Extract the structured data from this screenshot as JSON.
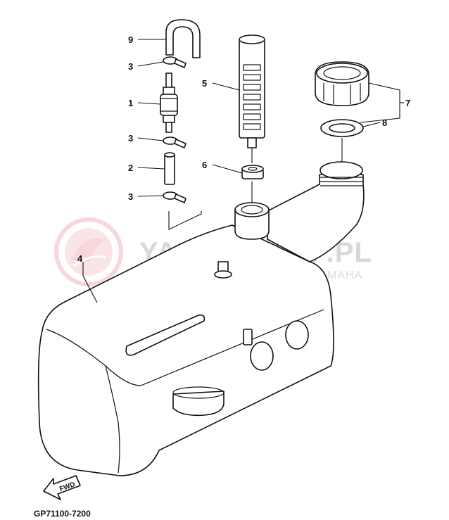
{
  "watermark": {
    "brand": "YAMA-SKLEP.PL",
    "dealer": "WOJCIECHOWICZ | DEALER YAMAHA",
    "logo_color": "#f2b8bc",
    "text_color": "#d8d8d8"
  },
  "callouts": {
    "hose_top": "9",
    "clamp_a": "3",
    "filter": "1",
    "clamp_b": "3",
    "hose_short": "2",
    "clamp_c": "3",
    "tank": "4",
    "strainer": "5",
    "grommet": "6",
    "cap": "7",
    "gasket": "8"
  },
  "direction_marker": {
    "label": "FWD",
    "icon": "arrow-icon"
  },
  "diagram_code": "GP71100-7200"
}
